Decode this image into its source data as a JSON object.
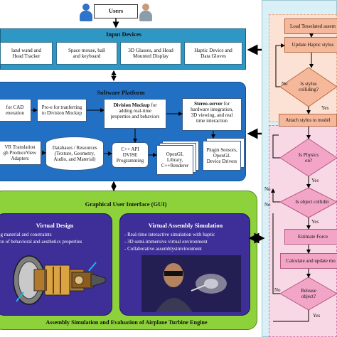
{
  "users": {
    "label": "Users"
  },
  "input_devices": {
    "title": "Input Devices",
    "items": [
      "land wand and\nHead Tracker",
      "Space mouse, ball\nand keyboard",
      "3D Glasses, and Head\nMounted Display",
      "Haptic Device and\nData Gloves"
    ]
  },
  "software_platform": {
    "title": "Software Platform",
    "cad": "for CAD\neneration",
    "proe": "Pro-e for tranferring\nto Division Mockup",
    "division_title": "Division Mockup",
    "division_body": " for\nadding real-time\nproperties and behaviors",
    "stereo_title": "Stereo-server",
    "stereo_body": " for\nhardware integration,\n3D viewing, and real\ntime interaction",
    "vr": "VR Translation\ngh ProduceView\nAdapters",
    "databases": "Databases / Resources\n(Texture, Geometry,\nAudio, and Material)",
    "cpp": "C++ API\nDVISE\nProgramming",
    "opengl": "OpenGL\nLibrary,\nC++Renderer",
    "plugin": "Plugin Sensors,\nOpenGL\nDevice Drivers"
  },
  "gui": {
    "title": "Graphical User Interface (GUI)",
    "virtual_design": {
      "title": "Virtual Design",
      "lines": [
        "ing material and constraints",
        "tion of behavioral and aesthetics properties"
      ]
    },
    "vas": {
      "title": "Virtual Assembly Simulation",
      "lines": [
        "- Real-time interactive simulation with haptic",
        "- 3D semi-immersive virtual environment",
        "- Collaborative assemblysimvironment"
      ]
    },
    "footer": "Assembly Simulation and Evaluation of Airplane Turbine Engine"
  },
  "flow": {
    "load": "Load Tesselated assem",
    "update_haptic": "Update Haptic stylus",
    "is_stylus": "Is stylus\ncolliding?",
    "attach": "Attach stylus to model",
    "is_physics": "Is Physics\non?",
    "is_object": "Is object collidin",
    "estimate": "Estimate Force",
    "calculate": "Calculate and update mo",
    "release": "Release\nobject?",
    "yes": "Yes",
    "no": "No"
  },
  "colors": {
    "input_panel": "#2f97c3",
    "software_panel": "#2170c4",
    "gui_panel": "#8ed23b",
    "purple_panel": "#3d2e98",
    "flow_orange": "#f6b89a",
    "flow_pink": "#f2a5c6",
    "flow_background": "#d8f0f6"
  },
  "icons": [
    "user-icon",
    "turbine-engine-image",
    "vr-user-image",
    "arrow-icon"
  ]
}
